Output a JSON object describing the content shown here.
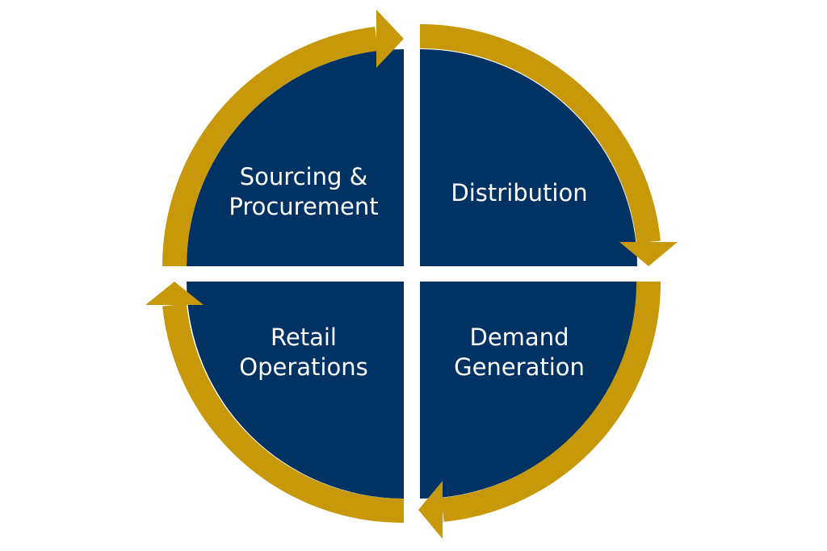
{
  "colors": {
    "quadrant_fill": "#003263",
    "arrow_ring": "#C7990A",
    "label_text": "#FFFFFF",
    "background": "#FFFFFF"
  },
  "quadrants": [
    {
      "id": "top-left",
      "label": "Sourcing &\nProcurement"
    },
    {
      "id": "top-right",
      "label": "Distribution"
    },
    {
      "id": "bottom-right",
      "label": "Demand\nGeneration"
    },
    {
      "id": "bottom-left",
      "label": "Retail\nOperations"
    }
  ],
  "flow_direction": "clockwise"
}
